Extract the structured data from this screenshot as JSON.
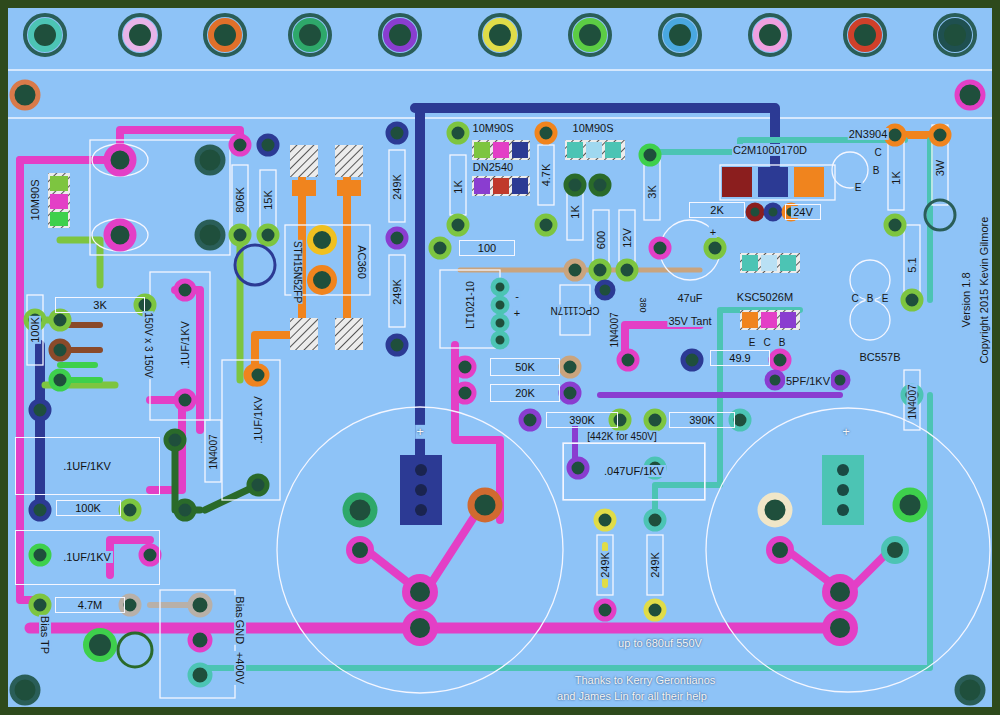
{
  "diagram": {
    "nodes": [
      {
        "text": [
          "3K"
        ]
      },
      {
        "text": [
          ".1UF/1KV"
        ]
      },
      {
        "text": [
          "100K"
        ]
      },
      {
        "text": [
          ".1UF/1KV"
        ]
      },
      {
        "text": [
          "4.7M"
        ]
      },
      {
        "text": [
          "100"
        ]
      },
      {
        "text": [
          "2K"
        ]
      },
      {
        "text": [
          "24V"
        ]
      },
      {
        "text": [
          "50K"
        ]
      },
      {
        "text": [
          "20K"
        ]
      },
      {
        "text": [
          "390K"
        ]
      },
      {
        "text": [
          "390K"
        ]
      },
      {
        "text": [
          "49.9"
        ]
      },
      {
        "text": [
          ".047UF/1KV"
        ]
      }
    ],
    "labels": [
      "10M90S",
      "806K",
      "15K",
      "249K",
      "AC360",
      "249K",
      "STH15N52FP",
      "150V x 3 150V",
      "100K",
      ".1UF/1KV",
      "1N4007",
      ".1UF/1KV",
      "Bias TP",
      "Bias",
      "GND",
      "+400V",
      "10M90S",
      "10M90S",
      "DN2540",
      "1K",
      "4.7K",
      "1K",
      "600",
      "12V",
      "3K",
      "C2M1000170D",
      "2N3904",
      "C",
      "B",
      "E",
      "1K",
      "3W",
      "LT1021-10",
      "-",
      "+",
      "CPC1117N",
      "1N4007",
      "380",
      "+",
      "47uF",
      "35V Tant",
      "KSC5026M",
      "E",
      "C",
      "B",
      "C",
      "B",
      "E",
      "BC557B",
      "5.1",
      "1N4007",
      "5PF/1KV",
      "[442K for 450V]",
      "249K",
      "249K",
      "+",
      "+",
      "up to 680uf 550V",
      "Thanks to Kerry Gerontianos",
      "and James Lin for all their help",
      "Version 1.8",
      "Copyright 2015 Kevin Gilmore"
    ]
  }
}
